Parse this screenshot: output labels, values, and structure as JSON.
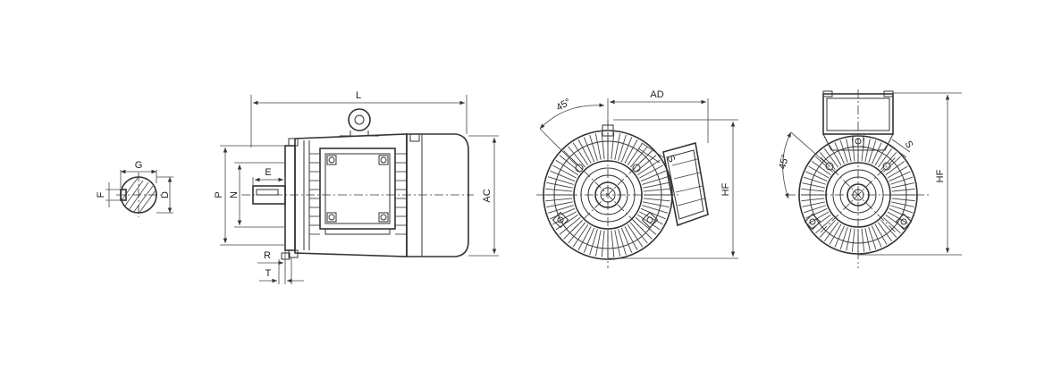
{
  "labels": {
    "G": "G",
    "F": "F",
    "D": "D",
    "L": "L",
    "E": "E",
    "P": "P",
    "N": "N",
    "AC": "AC",
    "R": "R",
    "T": "T",
    "AD": "AD",
    "angle_a": "45°",
    "S_a": "S",
    "HF_a": "HF",
    "angle_b": "45°",
    "S_b": "S",
    "HF_b": "HF"
  },
  "colors": {
    "line": "#333333",
    "background": "#ffffff"
  }
}
